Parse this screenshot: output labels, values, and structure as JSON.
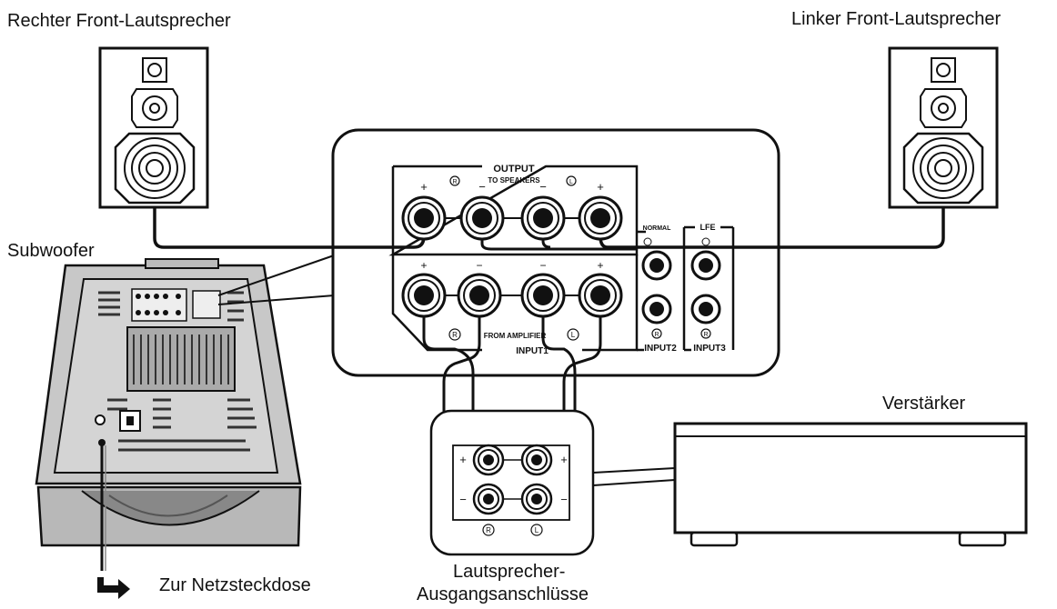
{
  "labels": {
    "right_front_speaker": "Rechter Front-Lautsprecher",
    "left_front_speaker": "Linker Front-Lautsprecher",
    "subwoofer": "Subwoofer",
    "amplifier": "Verstärker",
    "speaker_outputs_line1": "Lautsprecher-",
    "speaker_outputs_line2": "Ausgangsanschlüsse",
    "to_outlet": "Zur Netzsteckdose"
  },
  "panel": {
    "output": "OUTPUT",
    "to_speakers": "TO SPEAKERS",
    "from_amplifier": "FROM AMPLIFIER",
    "input1": "INPUT1",
    "input2": "INPUT2",
    "input3": "INPUT3",
    "normal": "NORMAL",
    "lfe": "LFE",
    "right_mark": "R",
    "left_mark": "L",
    "plus": "+",
    "minus": "−"
  }
}
